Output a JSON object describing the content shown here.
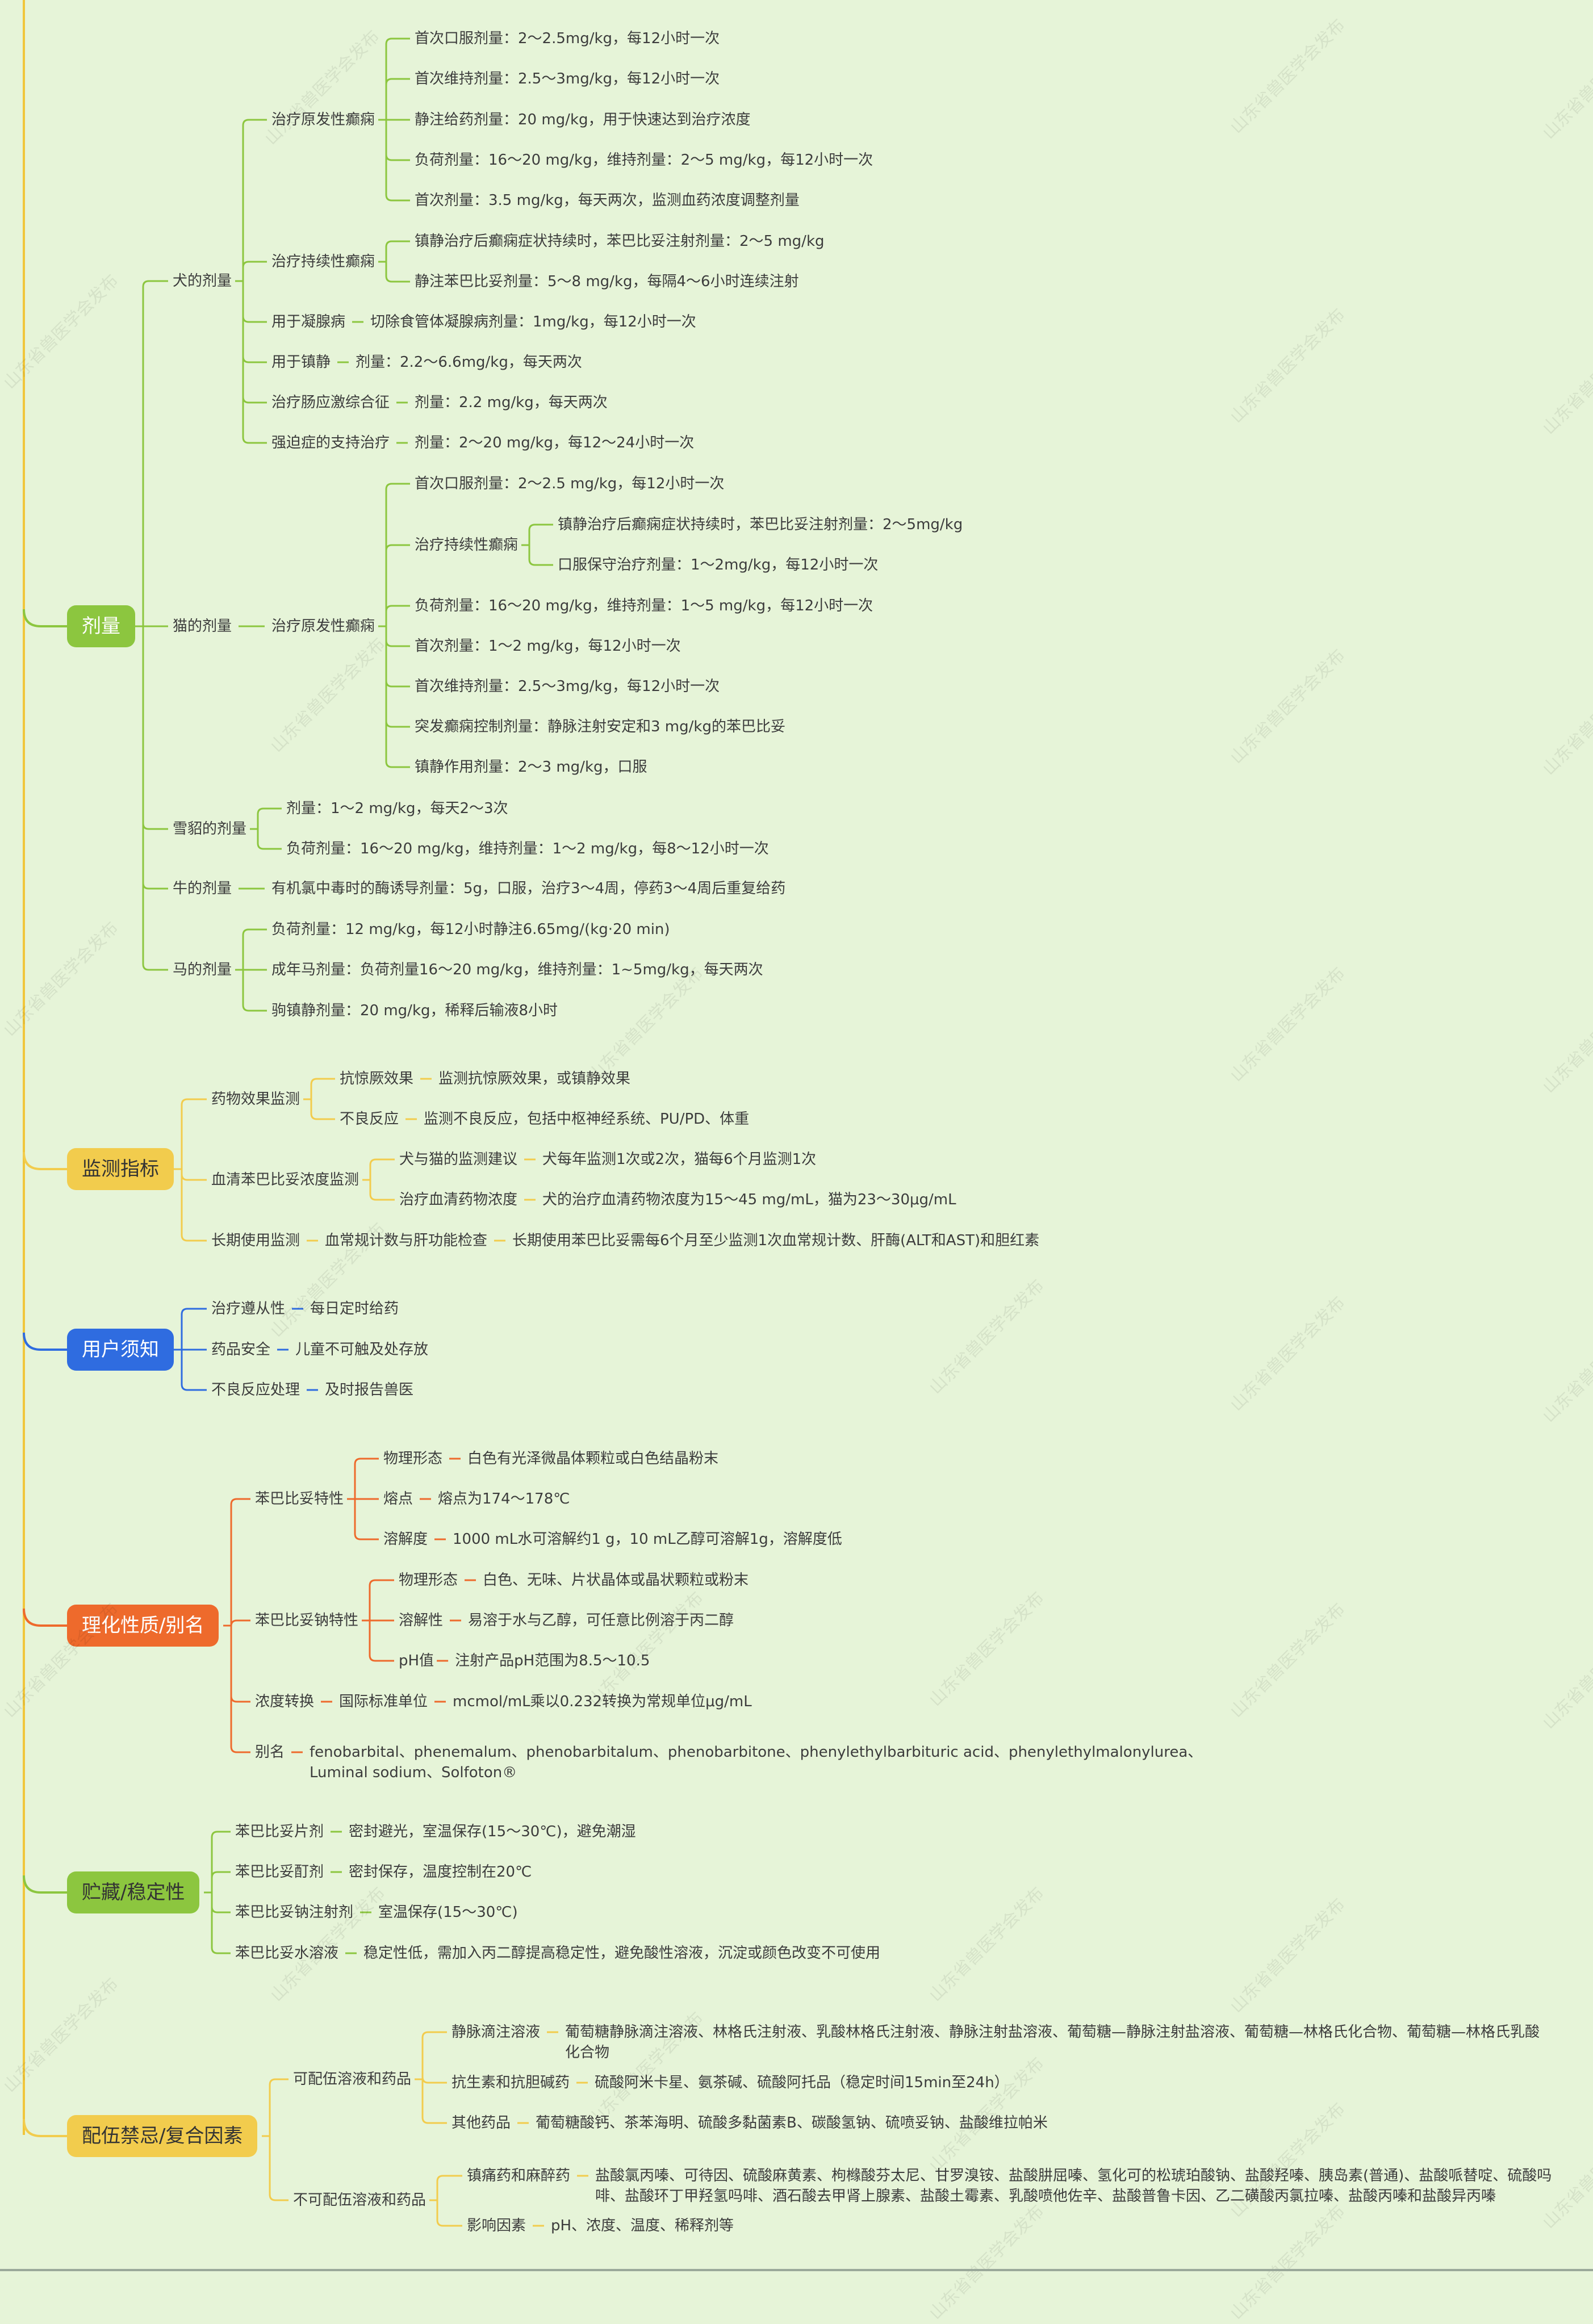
{
  "colors": {
    "trunk": "#f0c63c",
    "dosage": "#8cc63f",
    "monitoring": "#f2cc4d",
    "user": "#2f6ce0",
    "physchem": "#ee6a2c",
    "storage": "#8cc63f",
    "compat": "#f2cc4d"
  },
  "branches": {
    "dosage": "剂量",
    "monitoring": "监测指标",
    "user": "用户须知",
    "physchem": "理化性质/别名",
    "storage": "贮藏/稳定性",
    "compat": "配伍禁忌/复合因素"
  },
  "dog": {
    "label": "犬的剂量",
    "primary": {
      "label": "治疗原发性癫痫",
      "items": [
        "首次口服剂量：2～2.5mg/kg，每12小时一次",
        "首次维持剂量：2.5～3mg/kg，每12小时一次",
        "静注给药剂量：20 mg/kg，用于快速达到治疗浓度",
        "负荷剂量：16～20 mg/kg，维持剂量：2～5 mg/kg，每12小时一次",
        "首次剂量：3.5 mg/kg，每天两次，监测血药浓度调整剂量"
      ]
    },
    "continuous": {
      "label": "治疗持续性癫痫",
      "items": [
        "镇静治疗后癫痫症状持续时，苯巴比妥注射剂量：2～5 mg/kg",
        "静注苯巴比妥剂量：5～8 mg/kg，每隔4～6小时连续注射"
      ]
    },
    "pairs": [
      {
        "label": "用于凝腺病",
        "value": "切除食管体凝腺病剂量：1mg/kg，每12小时一次"
      },
      {
        "label": "用于镇静",
        "value": "剂量：2.2～6.6mg/kg，每天两次"
      },
      {
        "label": "治疗肠应激综合征",
        "value": "剂量：2.2 mg/kg，每天两次"
      },
      {
        "label": "强迫症的支持治疗",
        "value": "剂量：2～20 mg/kg，每12～24小时一次"
      }
    ]
  },
  "cat": {
    "label": "猫的剂量",
    "primary": "治疗原发性癫痫",
    "items": [
      "首次口服剂量：2～2.5 mg/kg，每12小时一次",
      "治疗持续性癫痫",
      "负荷剂量：16～20 mg/kg，维持剂量：1～5 mg/kg，每12小时一次",
      "首次剂量：1～2 mg/kg，每12小时一次",
      "首次维持剂量：2.5～3mg/kg，每12小时一次",
      "突发癫痫控制剂量：静脉注射安定和3 mg/kg的苯巴比妥",
      "镇静作用剂量：2～3 mg/kg，口服"
    ],
    "continuous_items": [
      "镇静治疗后癫痫症状持续时，苯巴比妥注射剂量：2～5mg/kg",
      "口服保守治疗剂量：1～2mg/kg，每12小时一次"
    ]
  },
  "ferret": {
    "label": "雪貂的剂量",
    "items": [
      "剂量：1～2 mg/kg，每天2～3次",
      "负荷剂量：16～20 mg/kg，维持剂量：1～2 mg/kg，每8～12小时一次"
    ]
  },
  "cattle": {
    "label": "牛的剂量",
    "value": "有机氯中毒时的酶诱导剂量：5g，口服，治疗3～4周，停药3～4周后重复给药"
  },
  "horse": {
    "label": "马的剂量",
    "items": [
      "负荷剂量：12 mg/kg，每12小时静注6.65mg/(kg·20 min)",
      "成年马剂量：负荷剂量16～20 mg/kg，维持剂量：1~5mg/kg，每天两次",
      "驹镇静剂量：20 mg/kg，稀释后输液8小时"
    ]
  },
  "monitoring": {
    "effect": {
      "label": "药物效果监测",
      "items": [
        {
          "label": "抗惊厥效果",
          "value": "监测抗惊厥效果，或镇静效果"
        },
        {
          "label": "不良反应",
          "value": "监测不良反应，包括中枢神经系统、PU/PD、体重"
        }
      ]
    },
    "serum": {
      "label": "血清苯巴比妥浓度监测",
      "items": [
        {
          "label": "犬与猫的监测建议",
          "value": "犬每年监测1次或2次，猫每6个月监测1次"
        },
        {
          "label": "治疗血清药物浓度",
          "value": "犬的治疗血清药物浓度为15～45 mg/mL，猫为23～30μg/mL"
        }
      ]
    },
    "longterm": {
      "label": "长期使用监测",
      "sub": "血常规计数与肝功能检查",
      "value": "长期使用苯巴比妥需每6个月至少监测1次血常规计数、肝酶(ALT和AST)和胆红素"
    }
  },
  "user": [
    {
      "label": "治疗遵从性",
      "value": "每日定时给药"
    },
    {
      "label": "药品安全",
      "value": "儿童不可触及处存放"
    },
    {
      "label": "不良反应处理",
      "value": "及时报告兽医"
    }
  ],
  "physchem": {
    "pheno": {
      "label": "苯巴比妥特性",
      "items": [
        {
          "label": "物理形态",
          "value": "白色有光泽微晶体颗粒或白色结晶粉末"
        },
        {
          "label": "熔点",
          "value": "熔点为174～178℃"
        },
        {
          "label": "溶解度",
          "value": "1000 mL水可溶解约1 g，10 mL乙醇可溶解1g，溶解度低"
        }
      ]
    },
    "sodium": {
      "label": "苯巴比妥钠特性",
      "items": [
        {
          "label": "物理形态",
          "value": "白色、无味、片状晶体或晶状颗粒或粉末"
        },
        {
          "label": "溶解性",
          "value": "易溶于水与乙醇，可任意比例溶于丙二醇"
        },
        {
          "label": "pH值",
          "value": "注射产品pH范围为8.5～10.5"
        }
      ]
    },
    "conversion": {
      "label": "浓度转换",
      "sub": "国际标准单位",
      "value": "mcmol/mL乘以0.232转换为常规单位μg/mL"
    },
    "alias": {
      "label": "别名",
      "value": "fenobarbital、phenemalum、phenobarbitalum、phenobarbitone、phenylethylbarbituric acid、phenylethylmalonylurea、Luminal sodium、Solfoton®"
    }
  },
  "storage": [
    {
      "label": "苯巴比妥片剂",
      "value": "密封避光，室温保存(15～30℃)，避免潮湿"
    },
    {
      "label": "苯巴比妥酊剂",
      "value": "密封保存，温度控制在20℃"
    },
    {
      "label": "苯巴比妥钠注射剂",
      "value": "室温保存(15～30℃)"
    },
    {
      "label": "苯巴比妥水溶液",
      "value": "稳定性低，需加入丙二醇提高稳定性，避免酸性溶液，沉淀或颜色改变不可使用"
    }
  ],
  "compat": {
    "ok": {
      "label": "可配伍溶液和药品",
      "items": [
        {
          "label": "静脉滴注溶液",
          "value": "葡萄糖静脉滴注溶液、林格氏注射液、乳酸林格氏注射液、静脉注射盐溶液、葡萄糖—静脉注射盐溶液、葡萄糖—林格氏化合物、葡萄糖—林格氏乳酸化合物"
        },
        {
          "label": "抗生素和抗胆碱药",
          "value": "硫酸阿米卡星、氨茶碱、硫酸阿托品（稳定时间15min至24h）"
        },
        {
          "label": "其他药品",
          "value": "葡萄糖酸钙、茶苯海明、硫酸多黏菌素B、碳酸氢钠、硫喷妥钠、盐酸维拉帕米"
        }
      ]
    },
    "not": {
      "label": "不可配伍溶液和药品",
      "items": [
        {
          "label": "镇痛药和麻醉药",
          "value": "盐酸氯丙嗪、可待因、硫酸麻黄素、枸橼酸芬太尼、甘罗溴铵、盐酸肼屈嗪、氢化可的松琥珀酸钠、盐酸羟嗪、胰岛素(普通)、盐酸哌替啶、硫酸吗啡、盐酸环丁甲羟氢吗啡、酒石酸去甲肾上腺素、盐酸土霉素、乳酸喷他佐辛、盐酸普鲁卡因、乙二磺酸丙氯拉嗪、盐酸丙嗪和盐酸异丙嗪"
        },
        {
          "label": "影响因素",
          "value": "pH、浓度、温度、稀释剂等"
        }
      ]
    }
  },
  "watermark": "山东省兽医学会发布"
}
